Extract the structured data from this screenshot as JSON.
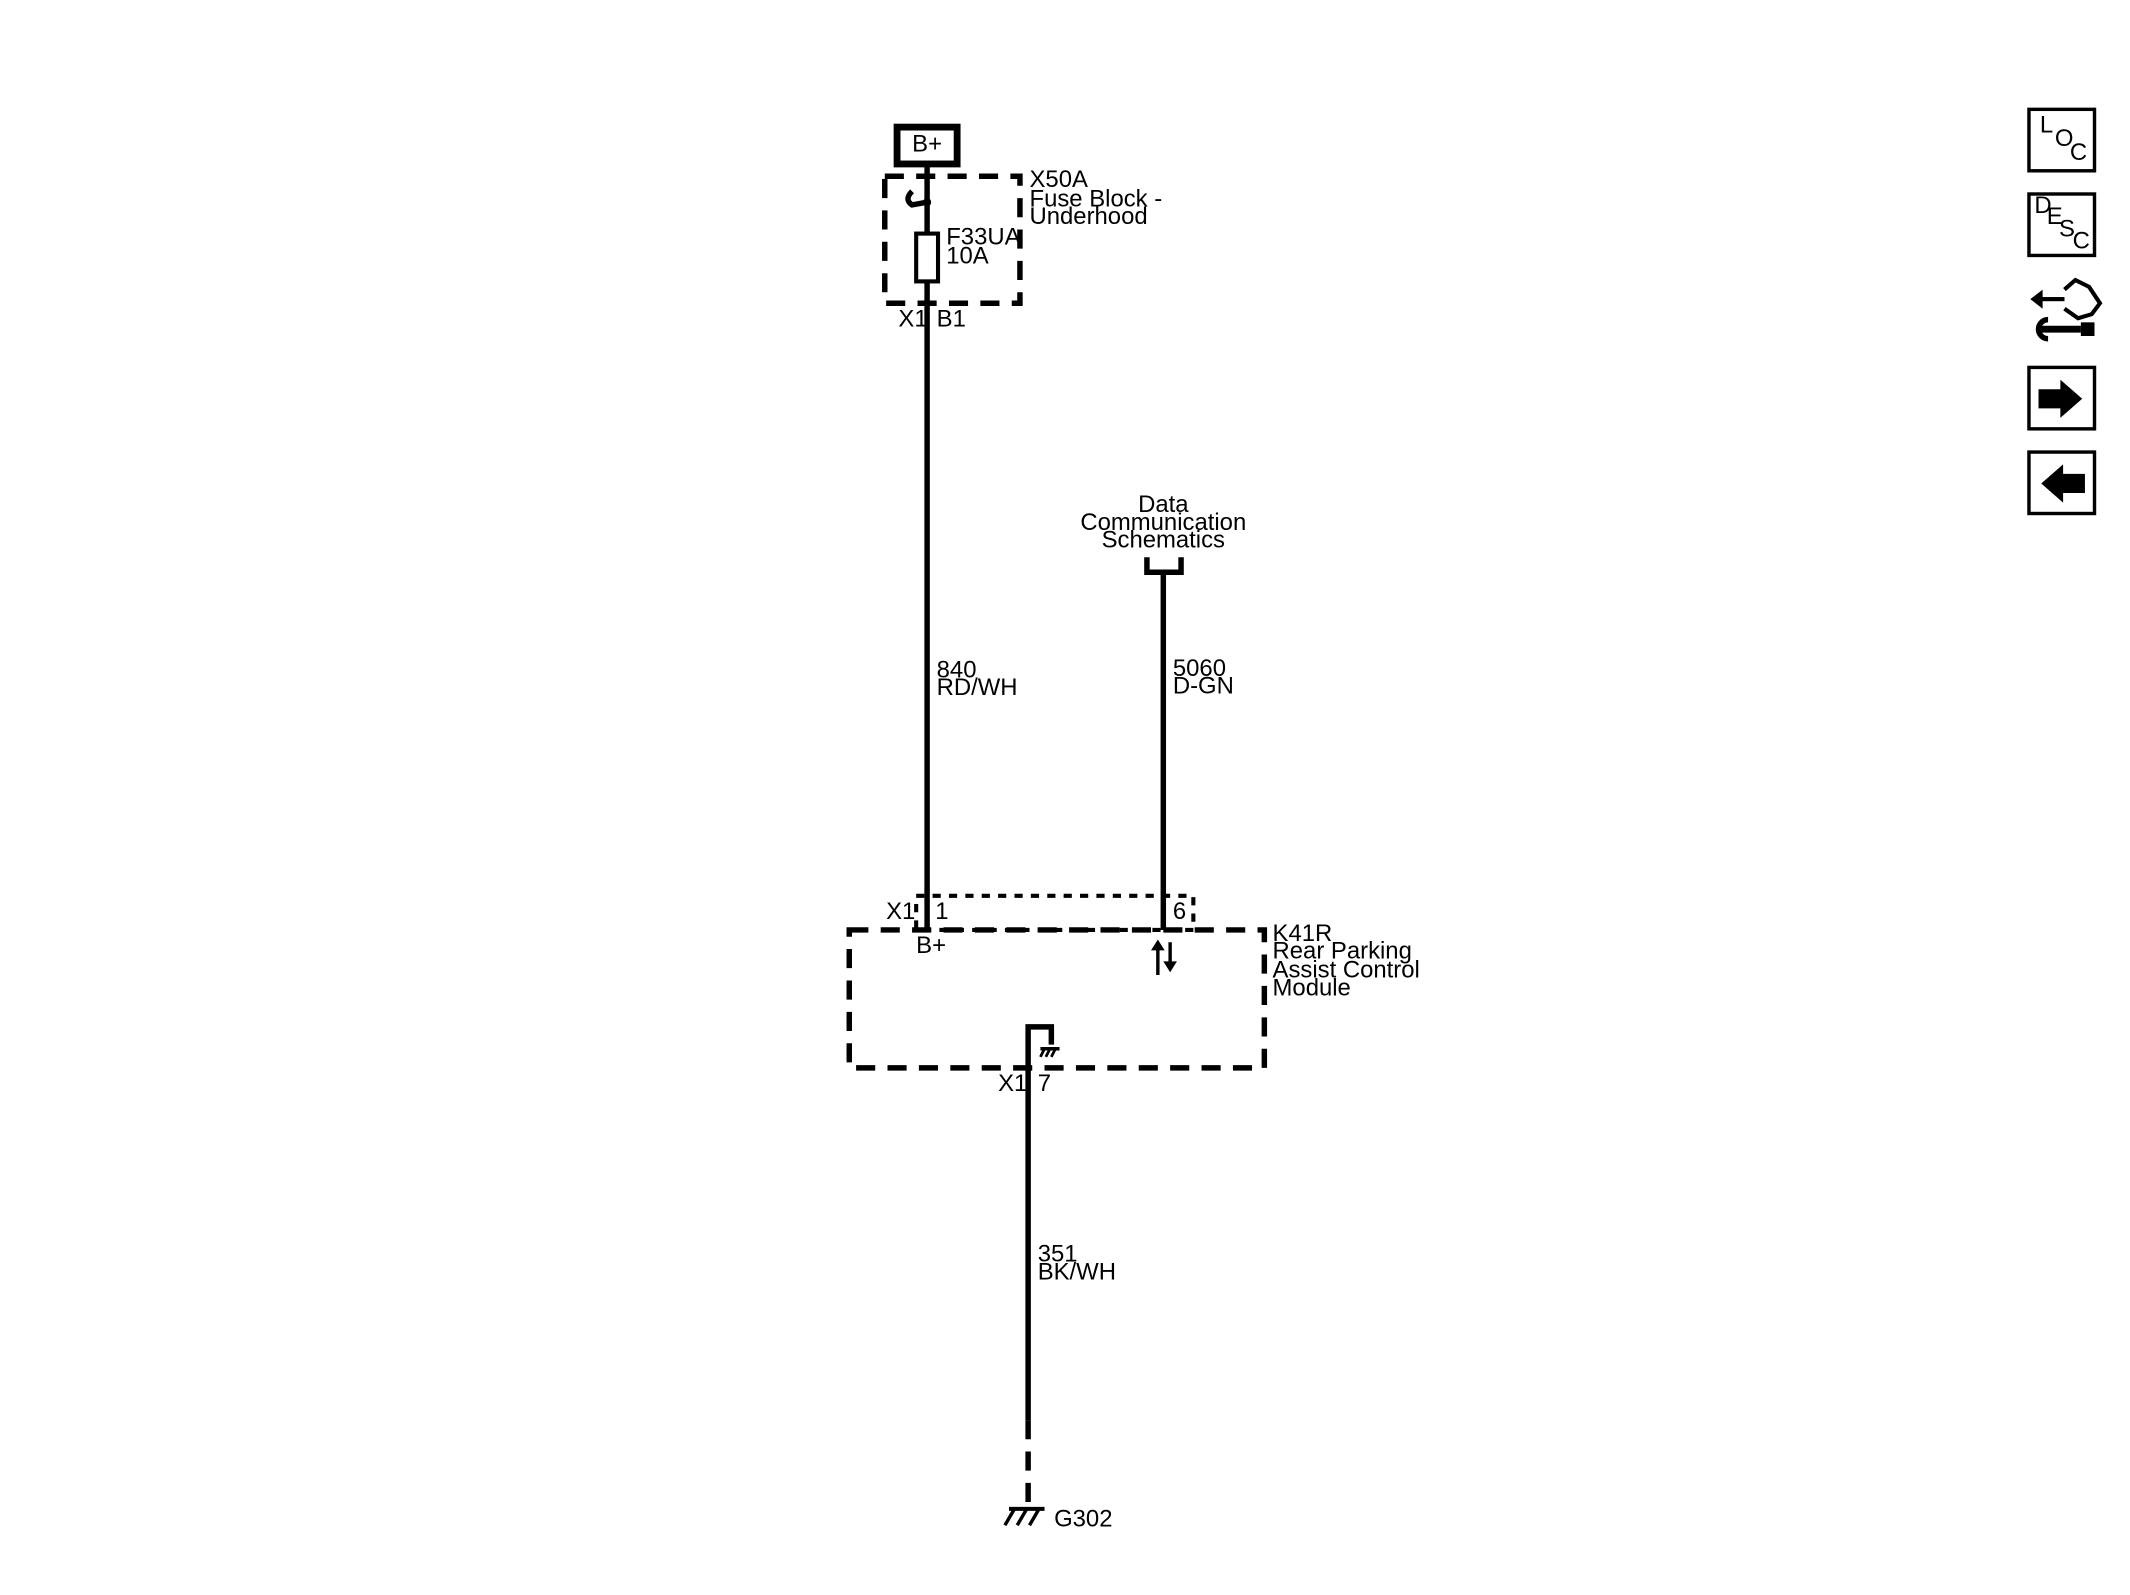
{
  "power_source": {
    "label": "B+"
  },
  "fuse_block": {
    "id": "X50A",
    "name_line1": "Fuse Block -",
    "name_line2": "Underhood",
    "fuse_id": "F33UA",
    "fuse_rating": "10A",
    "connector": "X1",
    "pin": "B1"
  },
  "wire_power": {
    "circuit": "840",
    "color": "RD/WH"
  },
  "data_link": {
    "line1": "Data",
    "line2": "Communication",
    "line3": "Schematics"
  },
  "wire_data": {
    "circuit": "5060",
    "color": "D-GN"
  },
  "module": {
    "id": "K41R",
    "name_line1": "Rear Parking",
    "name_line2": "Assist Control",
    "name_line3": "Module",
    "top_connector": "X1",
    "pin_power": "1",
    "pin_data": "6",
    "power_label": "B+",
    "bottom_connector": "X1",
    "pin_ground": "7"
  },
  "wire_ground": {
    "circuit": "351",
    "color": "BK/WH"
  },
  "ground": {
    "label": "G302"
  },
  "toolbar": {
    "loc_l": "L",
    "loc_o": "O",
    "loc_c": "C",
    "desc_d": "D",
    "desc_e": "E",
    "desc_s": "S",
    "desc_c": "C"
  }
}
